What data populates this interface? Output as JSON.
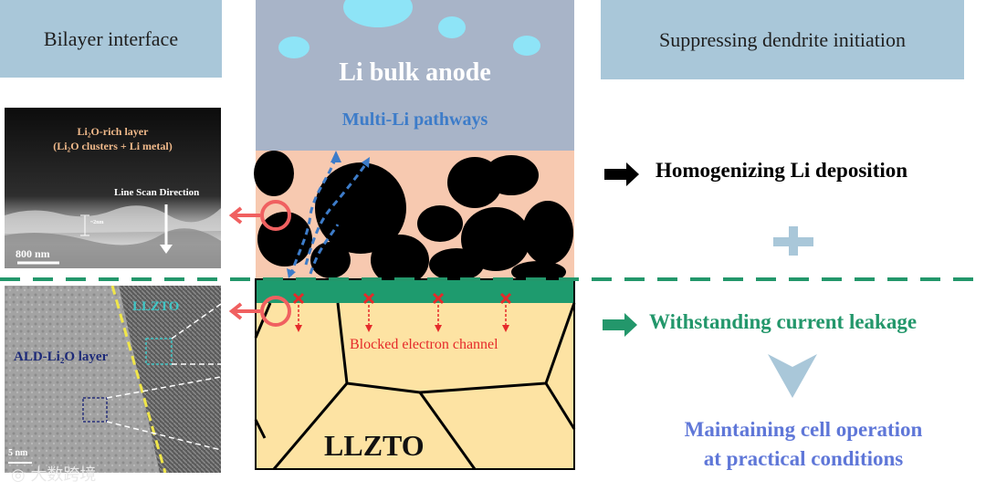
{
  "left": {
    "header": "Bilayer interface",
    "sem": {
      "title_line1": "Li₂O-rich layer",
      "title_line2": "(Li₂O clusters + Li metal)",
      "scan_label": "Line Scan Direction",
      "scalebar": "800 nm",
      "thickness_marker": "~2nm"
    },
    "tem": {
      "llzto_label": "LLZTO",
      "layer_label": "ALD-Li₂O layer",
      "scalebar": "5 nm"
    }
  },
  "center": {
    "anode_label": "Li bulk anode",
    "pathways_label": "Multi-Li pathways",
    "blocked_label": "Blocked electron channel",
    "llzto_label": "LLZTO"
  },
  "right": {
    "header": "Suppressing dendrite initiation",
    "point1": "Homogenizing Li deposition",
    "point2": "Withstanding current leakage",
    "conclusion_line1": "Maintaining cell operation",
    "conclusion_line2": "at practical conditions"
  },
  "watermark": "大数跨境",
  "colors": {
    "header_bg": "#a9c7d9",
    "anode_bg": "#a8b4c8",
    "li2o_layer_bg": "#f7c9b0",
    "green_layer": "#1e9b6e",
    "llzto_bg": "#fde3a3",
    "pathway_blue": "#3d7cc9",
    "green_text": "#23976b",
    "purple_text": "#5f77d8",
    "red_mark": "#e52a2a",
    "pink_arrow": "#f06060"
  },
  "icons": [
    "black-right-arrow-icon",
    "green-right-arrow-icon",
    "plus-icon",
    "down-chevron-arrow-icon",
    "magnify-circle-icon"
  ]
}
